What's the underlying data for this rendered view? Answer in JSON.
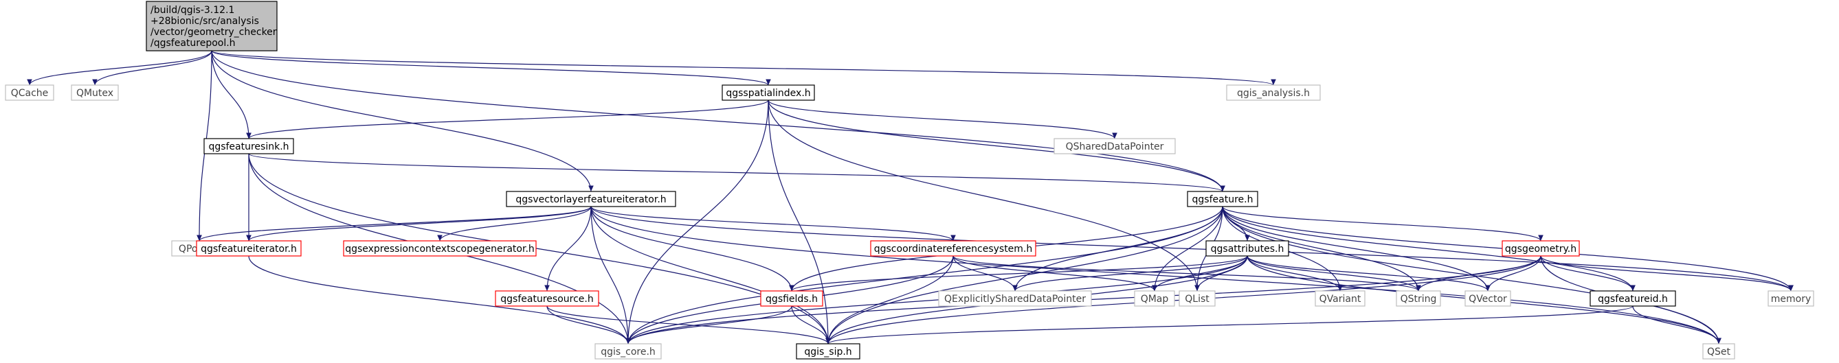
{
  "colors": {
    "edge": "#191970",
    "gray_border": "#bfbfbf",
    "red_border": "#ff0000",
    "root_fill": "#bfbfbf"
  },
  "nodes": {
    "root": {
      "label": [
        "/build/qgis-3.12.1",
        "+28bionic/src/analysis",
        "/vector/geometry_checker",
        "/qgsfeaturepool.h"
      ],
      "style": "root"
    },
    "qcache": {
      "label": "QCache",
      "style": "gray"
    },
    "qmutex": {
      "label": "QMutex",
      "style": "gray"
    },
    "qgsspatialindex": {
      "label": "qgsspatialindex.h",
      "style": "black"
    },
    "qgis_analysis": {
      "label": "qgis_analysis.h",
      "style": "gray"
    },
    "qgsfeaturesink": {
      "label": "qgsfeaturesink.h",
      "style": "black"
    },
    "qshareddatapointer": {
      "label": "QSharedDataPointer",
      "style": "gray"
    },
    "qgsvectorlayerfeatureiterator": {
      "label": "qgsvectorlayerfeatureiterator.h",
      "style": "black"
    },
    "qgsfeature": {
      "label": "qgsfeature.h",
      "style": "black"
    },
    "qpointer": {
      "label": "QPointer",
      "style": "gray"
    },
    "qgsfeatureiterator": {
      "label": "qgsfeatureiterator.h",
      "style": "red"
    },
    "qgsexpressioncontextscopegenerator": {
      "label": "qgsexpressioncontextscopegenerator.h",
      "style": "red"
    },
    "qgscoordinatereferencesystem": {
      "label": "qgscoordinatereferencesystem.h",
      "style": "red"
    },
    "qgsattributes": {
      "label": "qgsattributes.h",
      "style": "black"
    },
    "qgsgeometry": {
      "label": "qgsgeometry.h",
      "style": "red"
    },
    "qgsfeaturesource": {
      "label": "qgsfeaturesource.h",
      "style": "red"
    },
    "qgsfields": {
      "label": "qgsfields.h",
      "style": "red"
    },
    "qexplicitlyshareddatapointer": {
      "label": "QExplicitlySharedDataPointer",
      "style": "gray"
    },
    "qmap": {
      "label": "QMap",
      "style": "gray"
    },
    "qlist": {
      "label": "QList",
      "style": "gray"
    },
    "qvariant": {
      "label": "QVariant",
      "style": "gray"
    },
    "qstring": {
      "label": "QString",
      "style": "gray"
    },
    "qvector": {
      "label": "QVector",
      "style": "gray"
    },
    "qgsfeatureid": {
      "label": "qgsfeatureid.h",
      "style": "black"
    },
    "memory": {
      "label": "memory",
      "style": "gray"
    },
    "qgis_core": {
      "label": "qgis_core.h",
      "style": "gray"
    },
    "qgis_sip": {
      "label": "qgis_sip.h",
      "style": "black"
    },
    "qset": {
      "label": "QSet",
      "style": "gray"
    }
  },
  "edges": [
    [
      "root",
      "qcache"
    ],
    [
      "root",
      "qmutex"
    ],
    [
      "root",
      "qpointer"
    ],
    [
      "root",
      "qgsfeaturesink"
    ],
    [
      "root",
      "qgsvectorlayerfeatureiterator"
    ],
    [
      "root",
      "qgsspatialindex"
    ],
    [
      "root",
      "qgsfeature"
    ],
    [
      "root",
      "qgis_analysis"
    ],
    [
      "qgsspatialindex",
      "qgsfeaturesink"
    ],
    [
      "qgsspatialindex",
      "qshareddatapointer"
    ],
    [
      "qgsspatialindex",
      "qgsfeature"
    ],
    [
      "qgsspatialindex",
      "qgis_core"
    ],
    [
      "qgsspatialindex",
      "qgis_sip"
    ],
    [
      "qgsspatialindex",
      "qlist"
    ],
    [
      "qgsfeaturesink",
      "qgsfeature"
    ],
    [
      "qgsfeaturesink",
      "qgsfeatureiterator"
    ],
    [
      "qgsfeaturesink",
      "qgis_core"
    ],
    [
      "qgsfeaturesink",
      "qgis_sip"
    ],
    [
      "qgsvectorlayerfeatureiterator",
      "qpointer"
    ],
    [
      "qgsvectorlayerfeatureiterator",
      "qgsfeatureiterator"
    ],
    [
      "qgsvectorlayerfeatureiterator",
      "qgsexpressioncontextscopegenerator"
    ],
    [
      "qgsvectorlayerfeatureiterator",
      "qgscoordinatereferencesystem"
    ],
    [
      "qgsvectorlayerfeatureiterator",
      "qgsfeaturesource"
    ],
    [
      "qgsvectorlayerfeatureiterator",
      "qgsfields"
    ],
    [
      "qgsvectorlayerfeatureiterator",
      "qgis_core"
    ],
    [
      "qgsvectorlayerfeatureiterator",
      "qgis_sip"
    ],
    [
      "qgsvectorlayerfeatureiterator",
      "qset"
    ],
    [
      "qgsvectorlayerfeatureiterator",
      "memory"
    ],
    [
      "qgsfeature",
      "qgsattributes"
    ],
    [
      "qgsfeature",
      "qgsgeometry"
    ],
    [
      "qgsfeature",
      "qgsfields"
    ],
    [
      "qgsfeature",
      "qgis_core"
    ],
    [
      "qgsfeature",
      "qgis_sip"
    ],
    [
      "qgsfeature",
      "qexplicitlyshareddatapointer"
    ],
    [
      "qgsfeature",
      "qmap"
    ],
    [
      "qgsfeature",
      "qlist"
    ],
    [
      "qgsfeature",
      "qvariant"
    ],
    [
      "qgsfeature",
      "qstring"
    ],
    [
      "qgsfeature",
      "qvector"
    ],
    [
      "qgsfeature",
      "qgsfeatureid"
    ],
    [
      "qgsfeature",
      "memory"
    ],
    [
      "qgsfeature",
      "qset"
    ],
    [
      "qgsfeatureiterator",
      "qgis_core"
    ],
    [
      "qgscoordinatereferencesystem",
      "qexplicitlyshareddatapointer"
    ],
    [
      "qgscoordinatereferencesystem",
      "qmap"
    ],
    [
      "qgscoordinatereferencesystem",
      "qstring"
    ],
    [
      "qgscoordinatereferencesystem",
      "qgis_core"
    ],
    [
      "qgscoordinatereferencesystem",
      "qgis_sip"
    ],
    [
      "qgsattributes",
      "qmap"
    ],
    [
      "qgsattributes",
      "qlist"
    ],
    [
      "qgsattributes",
      "qvariant"
    ],
    [
      "qgsattributes",
      "qstring"
    ],
    [
      "qgsattributes",
      "qvector"
    ],
    [
      "qgsattributes",
      "qgsfields"
    ],
    [
      "qgsattributes",
      "qexplicitlyshareddatapointer"
    ],
    [
      "qgsattributes",
      "qgis_core"
    ],
    [
      "qgsattributes",
      "qgis_sip"
    ],
    [
      "qgsattributes",
      "qset"
    ],
    [
      "qgsgeometry",
      "qstring"
    ],
    [
      "qgsgeometry",
      "qvector"
    ],
    [
      "qgsgeometry",
      "memory"
    ],
    [
      "qgsgeometry",
      "qgsfeatureid"
    ],
    [
      "qgsgeometry",
      "qgis_core"
    ],
    [
      "qgsgeometry",
      "qgis_sip"
    ],
    [
      "qgsgeometry",
      "qset"
    ],
    [
      "qgsfeaturesource",
      "qgis_core"
    ],
    [
      "qgsfeaturesource",
      "qgis_sip"
    ],
    [
      "qgsfields",
      "qgis_core"
    ],
    [
      "qgsfields",
      "qgis_sip"
    ],
    [
      "qgsfeatureid",
      "qgis_sip"
    ],
    [
      "qgsfeatureid",
      "qset"
    ]
  ]
}
